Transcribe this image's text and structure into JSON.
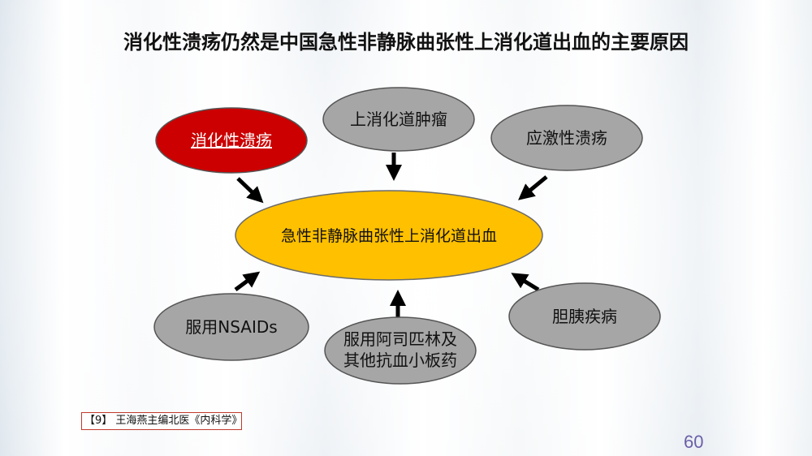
{
  "title": "消化性溃疡仍然是中国急性非静脉曲张性上消化道出血的主要原因",
  "center": "急性非静脉曲张性上消化道出血",
  "causes": {
    "peptic_ulcer": "消化性溃疡",
    "upper_gi_tumor": "上消化道肿瘤",
    "stress_ulcer": "应激性溃疡",
    "nsaids": "服用NSAIDs",
    "aspirin_line1": "服用阿司匹林及",
    "aspirin_line2": "其他抗血小板药",
    "biliary_pancreatic": "胆胰疾病"
  },
  "reference": "【9】 王海燕主编北医《内科学》",
  "page_number": "60",
  "colors": {
    "highlight": "#cc0000",
    "center": "#ffc000",
    "node": "#a6a6a6"
  }
}
